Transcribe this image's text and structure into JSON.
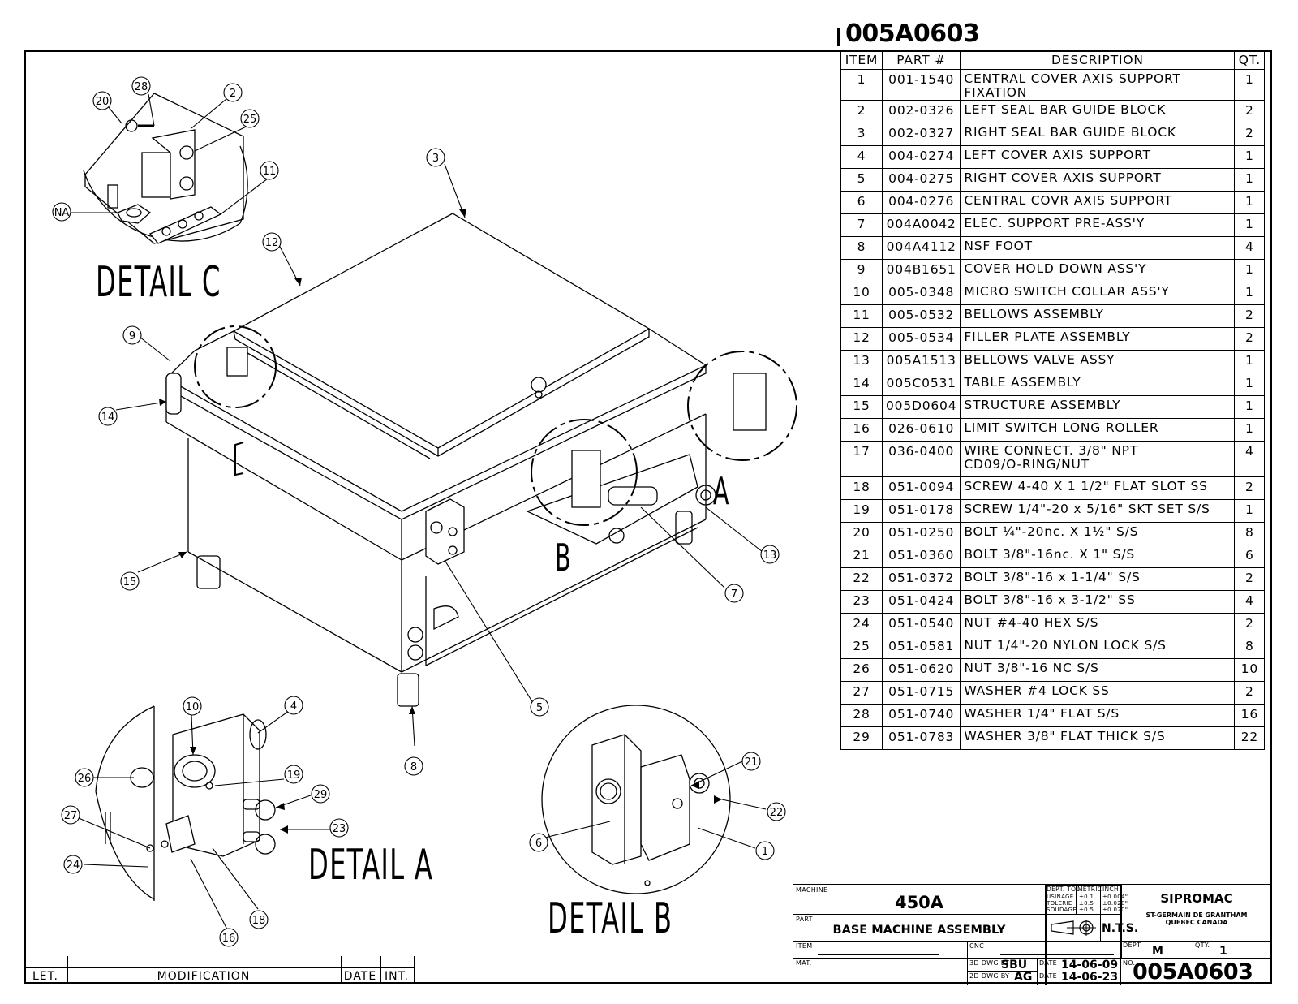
{
  "header": {
    "drawing_number": "005A0603"
  },
  "bom": {
    "headers": {
      "item": "ITEM",
      "part": "PART #",
      "description": "DESCRIPTION",
      "qty": "QT."
    },
    "rows": [
      {
        "item": "1",
        "part": "001-1540",
        "desc": "CENTRAL COVER AXIS SUPPORT FIXATION",
        "qty": "1"
      },
      {
        "item": "2",
        "part": "002-0326",
        "desc": "LEFT SEAL BAR GUIDE BLOCK",
        "qty": "2"
      },
      {
        "item": "3",
        "part": "002-0327",
        "desc": "RIGHT SEAL BAR GUIDE BLOCK",
        "qty": "2"
      },
      {
        "item": "4",
        "part": "004-0274",
        "desc": "LEFT COVER AXIS SUPPORT",
        "qty": "1"
      },
      {
        "item": "5",
        "part": "004-0275",
        "desc": "RIGHT COVER AXIS SUPPORT",
        "qty": "1"
      },
      {
        "item": "6",
        "part": "004-0276",
        "desc": "CENTRAL COVR AXIS SUPPORT",
        "qty": "1"
      },
      {
        "item": "7",
        "part": "004A0042",
        "desc": "ELEC. SUPPORT PRE-ASS'Y",
        "qty": "1"
      },
      {
        "item": "8",
        "part": "004A4112",
        "desc": "NSF FOOT",
        "qty": "4"
      },
      {
        "item": "9",
        "part": "004B1651",
        "desc": "COVER HOLD DOWN ASS'Y",
        "qty": "1"
      },
      {
        "item": "10",
        "part": "005-0348",
        "desc": "MICRO SWITCH COLLAR ASS'Y",
        "qty": "1"
      },
      {
        "item": "11",
        "part": "005-0532",
        "desc": "BELLOWS ASSEMBLY",
        "qty": "2"
      },
      {
        "item": "12",
        "part": "005-0534",
        "desc": "FILLER PLATE ASSEMBLY",
        "qty": "2"
      },
      {
        "item": "13",
        "part": "005A1513",
        "desc": "BELLOWS VALVE ASSY",
        "qty": "1"
      },
      {
        "item": "14",
        "part": "005C0531",
        "desc": "TABLE ASSEMBLY",
        "qty": "1"
      },
      {
        "item": "15",
        "part": "005D0604",
        "desc": "STRUCTURE ASSEMBLY",
        "qty": "1"
      },
      {
        "item": "16",
        "part": "026-0610",
        "desc": "LIMIT SWITCH LONG ROLLER",
        "qty": "1"
      },
      {
        "item": "17",
        "part": "036-0400",
        "desc": "WIRE CONNECT. 3/8\" NPT",
        "desc2": "CD09/O-RING/NUT",
        "qty": "4"
      },
      {
        "item": "18",
        "part": "051-0094",
        "desc": "SCREW 4-40 X 1 1/2\" FLAT SLOT SS",
        "qty": "2"
      },
      {
        "item": "19",
        "part": "051-0178",
        "desc": "SCREW 1/4\"-20 x 5/16\" SKT SET S/S",
        "qty": "1"
      },
      {
        "item": "20",
        "part": "051-0250",
        "desc": "BOLT ¼\"-20nc. X 1½\" S/S",
        "qty": "8"
      },
      {
        "item": "21",
        "part": "051-0360",
        "desc": "BOLT 3/8\"-16nc. X 1\" S/S",
        "qty": "6"
      },
      {
        "item": "22",
        "part": "051-0372",
        "desc": "BOLT 3/8\"-16 x 1-1/4\" S/S",
        "qty": "2"
      },
      {
        "item": "23",
        "part": "051-0424",
        "desc": "BOLT 3/8\"-16 x 3-1/2\" SS",
        "qty": "4"
      },
      {
        "item": "24",
        "part": "051-0540",
        "desc": "NUT #4-40 HEX S/S",
        "qty": "2"
      },
      {
        "item": "25",
        "part": "051-0581",
        "desc": "NUT 1/4\"-20 NYLON LOCK S/S",
        "qty": "8"
      },
      {
        "item": "26",
        "part": "051-0620",
        "desc": "NUT 3/8\"-16 NC S/S",
        "qty": "10"
      },
      {
        "item": "27",
        "part": "051-0715",
        "desc": "WASHER #4 LOCK SS",
        "qty": "2"
      },
      {
        "item": "28",
        "part": "051-0740",
        "desc": "WASHER 1/4\" FLAT S/S",
        "qty": "16"
      },
      {
        "item": "29",
        "part": "051-0783",
        "desc": "WASHER 3/8\" FLAT THICK S/S",
        "qty": "22"
      }
    ]
  },
  "details": {
    "a": "DETAIL A",
    "b": "DETAIL B",
    "c": "DETAIL C",
    "view_a": "A",
    "view_b": "B"
  },
  "balloons": {
    "b1": "1",
    "b2": "2",
    "b3": "3",
    "b4": "4",
    "b5": "5",
    "b6": "6",
    "b7": "7",
    "b8": "8",
    "b9": "9",
    "b10": "10",
    "b11": "11",
    "b12": "12",
    "b13": "13",
    "b14": "14",
    "b15": "15",
    "b16": "16",
    "b18": "18",
    "b19": "19",
    "b20": "20",
    "b21": "21",
    "b22": "22",
    "b23": "23",
    "b24": "24",
    "b25": "25",
    "b26": "26",
    "b27": "27",
    "b28": "28",
    "b29": "29",
    "bna": "NA"
  },
  "title_block": {
    "machine_label": "MACHINE",
    "machine": "450A",
    "part_label": "PART",
    "part": "BASE MACHINE ASSEMBLY",
    "item_label": "ITEM",
    "cnc_label": "CNC",
    "mat_label": "MAT.",
    "tol_dept": "DEPT. TOL.",
    "tol_metric": "METRIC",
    "tol_inch": "INCH",
    "tol_rows": [
      {
        "name": "USINAGE",
        "metric": "±0.1",
        "inch": "±0.004\""
      },
      {
        "name": "TOLERIE",
        "metric": "±0.5",
        "inch": "±0.020\""
      },
      {
        "name": "SOUDAGE",
        "metric": "±0.5",
        "inch": "±0.020\""
      }
    ],
    "scale": "N.T.S.",
    "company": "SIPROMAC",
    "address1": "ST-GERMAIN DE GRANTHAM",
    "address2": "QUEBEC CANADA",
    "dept_label": "DEPT.",
    "dept": "M",
    "qty_label": "QTY.",
    "qty": "1",
    "dwg3d_label": "3D DWG BY",
    "dwg3d": "SBU",
    "dwg2d_label": "2D DWG BY",
    "dwg2d": "AG",
    "date_label": "DATE",
    "date1": "14-06-09",
    "date2": "14-06-23",
    "no_label": "NO.",
    "number": "005A0603"
  },
  "revision": {
    "let": "LET.",
    "modification": "MODIFICATION",
    "date": "DATE",
    "int": "INT."
  }
}
